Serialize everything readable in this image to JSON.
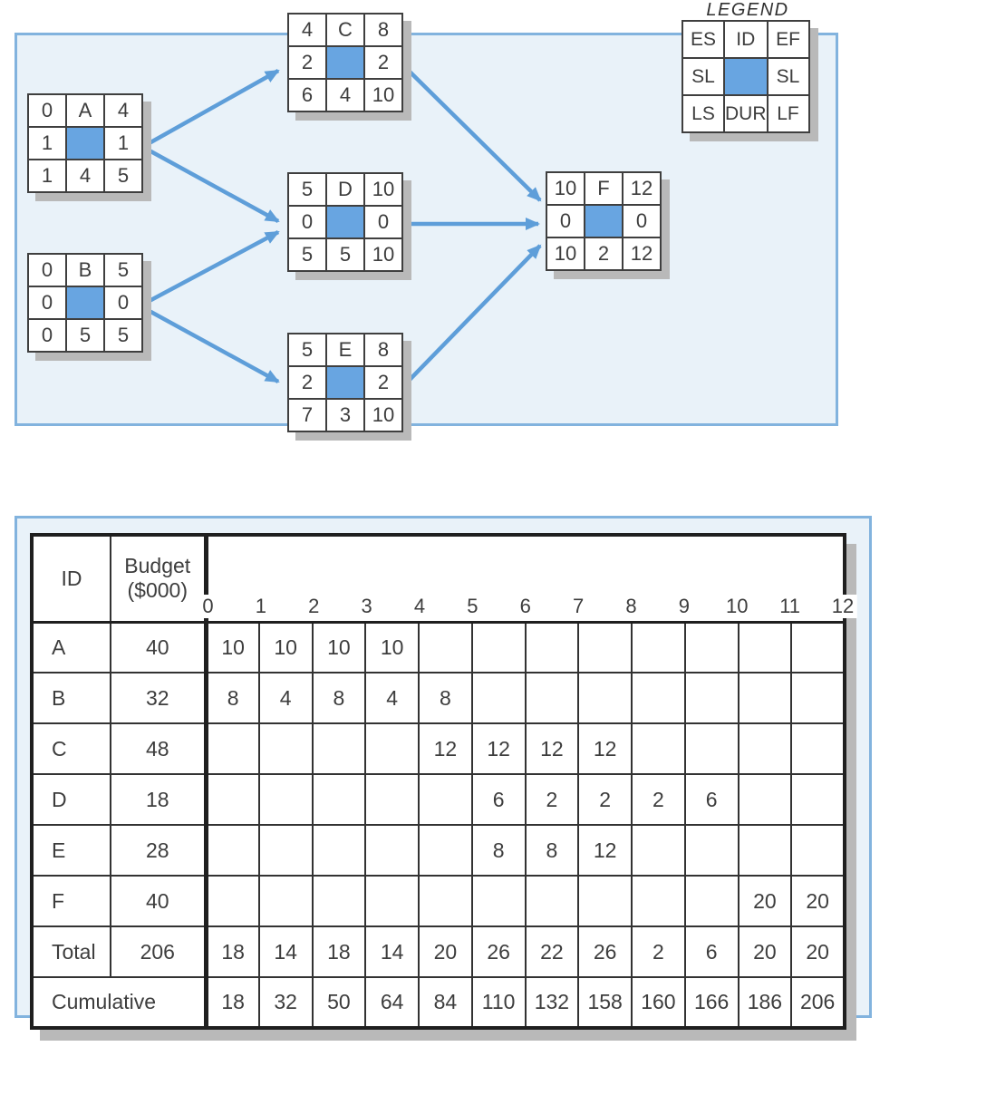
{
  "diagram": {
    "legend": {
      "title": "LEGEND",
      "rows": [
        [
          "ES",
          "ID",
          "EF"
        ],
        [
          "SL",
          "",
          "SL"
        ],
        [
          "LS",
          "DUR",
          "LF"
        ]
      ]
    },
    "nodes": [
      {
        "id": "A",
        "grid": [
          [
            "0",
            "A",
            "4"
          ],
          [
            "1",
            "",
            "1"
          ],
          [
            "1",
            "4",
            "5"
          ]
        ]
      },
      {
        "id": "B",
        "grid": [
          [
            "0",
            "B",
            "5"
          ],
          [
            "0",
            "",
            "0"
          ],
          [
            "0",
            "5",
            "5"
          ]
        ]
      },
      {
        "id": "C",
        "grid": [
          [
            "4",
            "C",
            "8"
          ],
          [
            "2",
            "",
            "2"
          ],
          [
            "6",
            "4",
            "10"
          ]
        ]
      },
      {
        "id": "D",
        "grid": [
          [
            "5",
            "D",
            "10"
          ],
          [
            "0",
            "",
            "0"
          ],
          [
            "5",
            "5",
            "10"
          ]
        ]
      },
      {
        "id": "E",
        "grid": [
          [
            "5",
            "E",
            "8"
          ],
          [
            "2",
            "",
            "2"
          ],
          [
            "7",
            "3",
            "10"
          ]
        ]
      },
      {
        "id": "F",
        "grid": [
          [
            "10",
            "F",
            "12"
          ],
          [
            "0",
            "",
            "0"
          ],
          [
            "10",
            "2",
            "12"
          ]
        ]
      }
    ],
    "edges": [
      {
        "from": "A",
        "to": "C"
      },
      {
        "from": "A",
        "to": "D"
      },
      {
        "from": "B",
        "to": "D"
      },
      {
        "from": "B",
        "to": "E"
      },
      {
        "from": "C",
        "to": "F"
      },
      {
        "from": "D",
        "to": "F"
      },
      {
        "from": "E",
        "to": "F"
      }
    ]
  },
  "table": {
    "id_header": "ID",
    "budget_header_line1": "Budget",
    "budget_header_line2": "($000)",
    "ticks": [
      "0",
      "1",
      "2",
      "3",
      "4",
      "5",
      "6",
      "7",
      "8",
      "9",
      "10",
      "11",
      "12"
    ],
    "rows": [
      {
        "id": "A",
        "budget": "40",
        "periods": [
          "10",
          "10",
          "10",
          "10",
          "",
          "",
          "",
          "",
          "",
          "",
          "",
          ""
        ]
      },
      {
        "id": "B",
        "budget": "32",
        "periods": [
          "8",
          "4",
          "8",
          "4",
          "8",
          "",
          "",
          "",
          "",
          "",
          "",
          ""
        ]
      },
      {
        "id": "C",
        "budget": "48",
        "periods": [
          "",
          "",
          "",
          "",
          "12",
          "12",
          "12",
          "12",
          "",
          "",
          "",
          ""
        ]
      },
      {
        "id": "D",
        "budget": "18",
        "periods": [
          "",
          "",
          "",
          "",
          "",
          "6",
          "2",
          "2",
          "2",
          "6",
          "",
          ""
        ]
      },
      {
        "id": "E",
        "budget": "28",
        "periods": [
          "",
          "",
          "",
          "",
          "",
          "8",
          "8",
          "12",
          "",
          "",
          "",
          ""
        ]
      },
      {
        "id": "F",
        "budget": "40",
        "periods": [
          "",
          "",
          "",
          "",
          "",
          "",
          "",
          "",
          "",
          "",
          "20",
          "20"
        ]
      }
    ],
    "total": {
      "label": "Total",
      "budget": "206",
      "periods": [
        "18",
        "14",
        "18",
        "14",
        "20",
        "26",
        "22",
        "26",
        "2",
        "6",
        "20",
        "20"
      ]
    },
    "cumulative": {
      "label": "Cumulative",
      "periods": [
        "18",
        "32",
        "50",
        "64",
        "84",
        "110",
        "132",
        "158",
        "160",
        "166",
        "186",
        "206"
      ]
    }
  },
  "colors": {
    "node_fill": "#68a5e1",
    "arrow": "#5e9ed9",
    "panel_bg": "#e9f2f9",
    "panel_border": "#82b3de",
    "grid_line": "#3f3f3f",
    "table_border": "#1f1f1f",
    "shadow": "#b9b9b9",
    "text": "#3d3d3d"
  }
}
